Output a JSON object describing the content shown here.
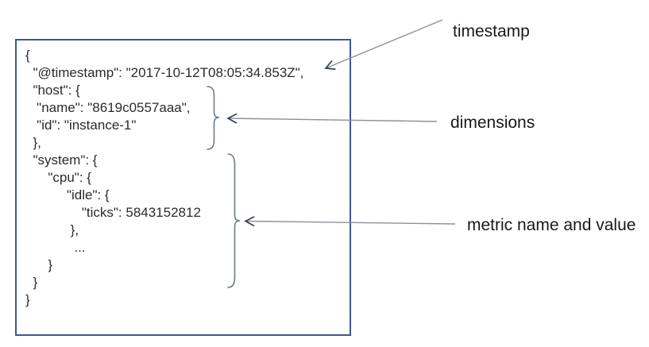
{
  "document": {
    "code_lines": [
      "{",
      "  \"@timestamp\": \"2017-10-12T08:05:34.853Z\",",
      "  \"host\": {",
      "   \"name\": \"8619c0557aaa\",",
      "   \"id\": \"instance-1\"",
      "  },",
      "  \"system\": {",
      "      \"cpu\": {",
      "           \"idle\": {",
      "               \"ticks\": 5843152812",
      "            },",
      "             ...",
      "      }",
      "  }",
      "}"
    ]
  },
  "annotations": {
    "timestamp_label": "timestamp",
    "dimensions_label": "dimensions",
    "metric_label": "metric name and value"
  },
  "colors": {
    "box_border": "#3e5795",
    "code_text": "#2b2b2b",
    "label_text": "#17191c",
    "arrow_line": "#8b919b",
    "arrow_head": "#36414f",
    "brace": "#6f7a8b"
  }
}
